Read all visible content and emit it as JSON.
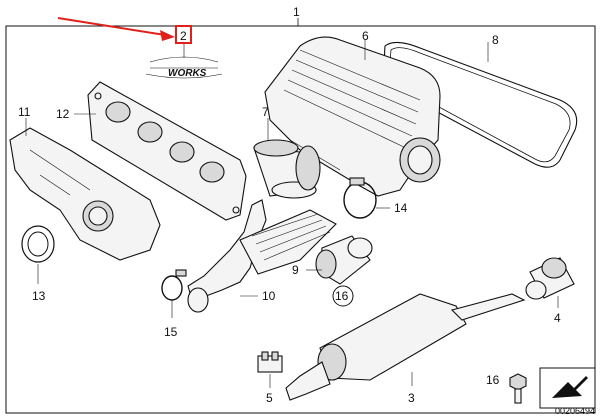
{
  "callouts": {
    "1": "1",
    "2": "2",
    "3": "3",
    "4": "4",
    "5": "5",
    "6": "6",
    "7": "7",
    "8": "8",
    "9": "9",
    "10": "10",
    "11": "11",
    "12": "12",
    "13": "13",
    "14": "14",
    "15": "15",
    "16a": "16",
    "16b": "16"
  },
  "logo_text": "WORKS",
  "diagram_code": "00206494",
  "highlight_color": "#e0201b"
}
